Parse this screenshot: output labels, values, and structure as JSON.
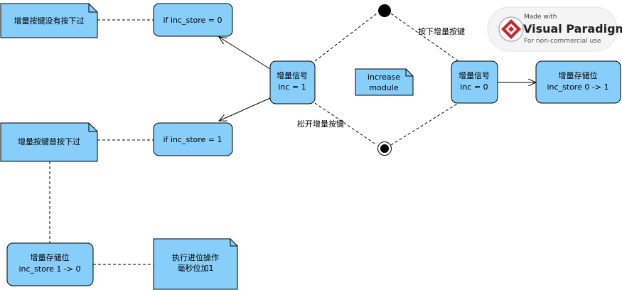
{
  "nodes": {
    "state_inc1": {
      "line1": "增量信号",
      "line2": "inc = 1"
    },
    "state_inc0": {
      "line1": "增量信号",
      "line2": "inc = 0"
    },
    "state_store_top": {
      "line1": "if inc_store = 0"
    },
    "state_store_mid": {
      "line1": "if inc_store = 1"
    },
    "state_reg_top": {
      "line1": "增量存储位",
      "line2": "inc_store 0 -> 1"
    },
    "state_reg_bottom": {
      "line1": "增量存储位",
      "line2": "inc_store 1 -> 0"
    }
  },
  "notes": {
    "note_not_pressed": {
      "text": "增量按键没有按下过"
    },
    "note_pressed": {
      "text": "增量按键曾按下过"
    },
    "note_module": {
      "line1": "increase",
      "line2": "module"
    },
    "note_carry": {
      "line1": "执行进位操作",
      "line2": "毫秒位加1"
    }
  },
  "edges": {
    "press_label": "按下增量按键",
    "release_label": "松开增量按键"
  },
  "watermark": {
    "made_with": "Made with",
    "brand": "Visual Paradigm",
    "sub": "For non-commercial use"
  },
  "colors": {
    "node_fill": "#87CEFA",
    "stroke": "#000000"
  }
}
